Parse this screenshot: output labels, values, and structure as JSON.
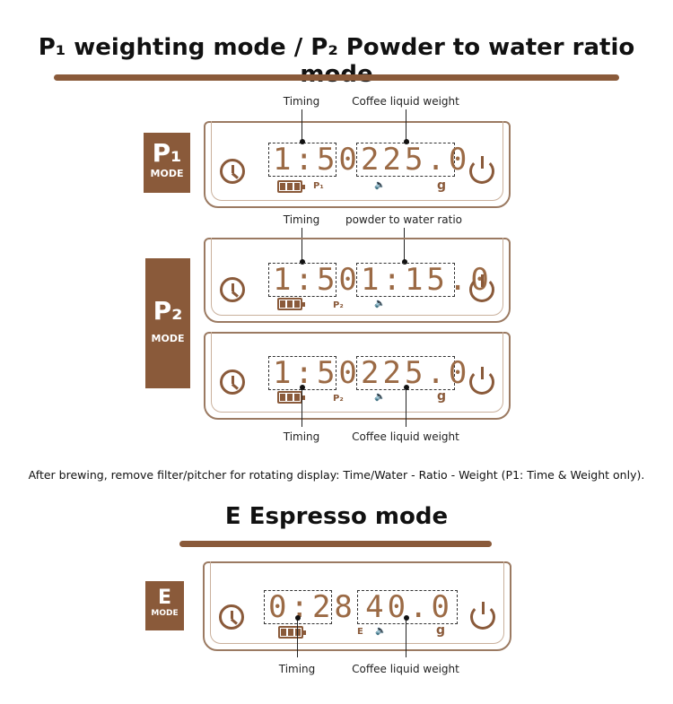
{
  "header": {
    "title": "P₁ weighting mode / P₂ Powder to water ratio mode"
  },
  "p1": {
    "badge": "P₁",
    "badge_sub": "MODE",
    "time": "1:50",
    "weight": "225.0",
    "mode_ind": "P₁",
    "unit": "g",
    "label_time": "Timing",
    "label_weight": "Coffee liquid weight"
  },
  "p2": {
    "badge": "P₂",
    "badge_sub": "MODE",
    "top": {
      "time": "1:50",
      "ratio": "1:15.0",
      "mode_ind": "P₂",
      "label_time": "Timing",
      "label_ratio": "powder to water ratio"
    },
    "bottom": {
      "time": "1:50",
      "weight": "225.0",
      "mode_ind": "P₂",
      "unit": "g",
      "label_time": "Timing",
      "label_weight": "Coffee liquid weight"
    }
  },
  "note": "After brewing, remove filter/pitcher for rotating display: Time/Water - Ratio - Weight (P1: Time & Weight only).",
  "espresso": {
    "title": "E Espresso mode",
    "badge": "E",
    "badge_sub": "MODE",
    "time": "0:28",
    "weight": "40.0",
    "mode_ind": "E",
    "unit": "g",
    "label_time": "Timing",
    "label_weight": "Coffee liquid weight"
  },
  "icons": {
    "sound": "🔈"
  }
}
